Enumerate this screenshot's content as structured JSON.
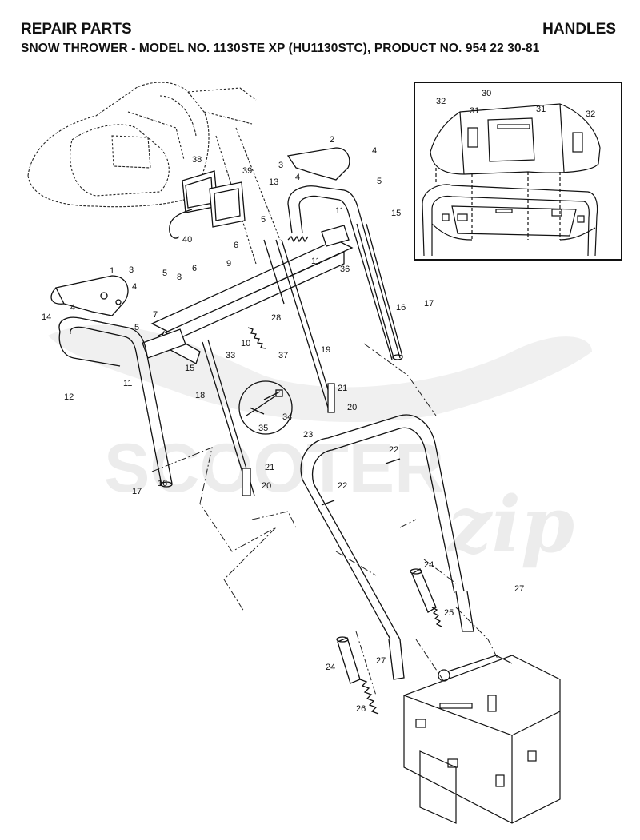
{
  "header": {
    "section_label": "REPAIR PARTS",
    "category_label": "HANDLES",
    "subtitle": "SNOW THROWER - MODEL NO. 1130STE XP (HU1130STC), PRODUCT NO. 954 22 30-81"
  },
  "watermark": {
    "brand_main": "SCOOTER",
    "brand_script": "zip"
  },
  "callouts": {
    "inset": [
      "30",
      "31",
      "31",
      "32",
      "32"
    ],
    "lamp": [
      "38",
      "39",
      "40"
    ],
    "upper_right": [
      "2",
      "3",
      "4",
      "4",
      "5",
      "5",
      "13",
      "11",
      "15",
      "6",
      "9",
      "11",
      "36"
    ],
    "upper_left": [
      "1",
      "3",
      "4",
      "4",
      "5",
      "5",
      "6",
      "7",
      "8",
      "14",
      "12",
      "11",
      "15"
    ],
    "middle": [
      "28",
      "10",
      "37",
      "19",
      "16",
      "17",
      "33",
      "18",
      "21",
      "20",
      "34",
      "35"
    ],
    "lower_left": [
      "16",
      "17",
      "21",
      "20"
    ],
    "lower_handle": [
      "23",
      "22",
      "22",
      "24",
      "25",
      "27",
      "27",
      "24",
      "26"
    ]
  }
}
